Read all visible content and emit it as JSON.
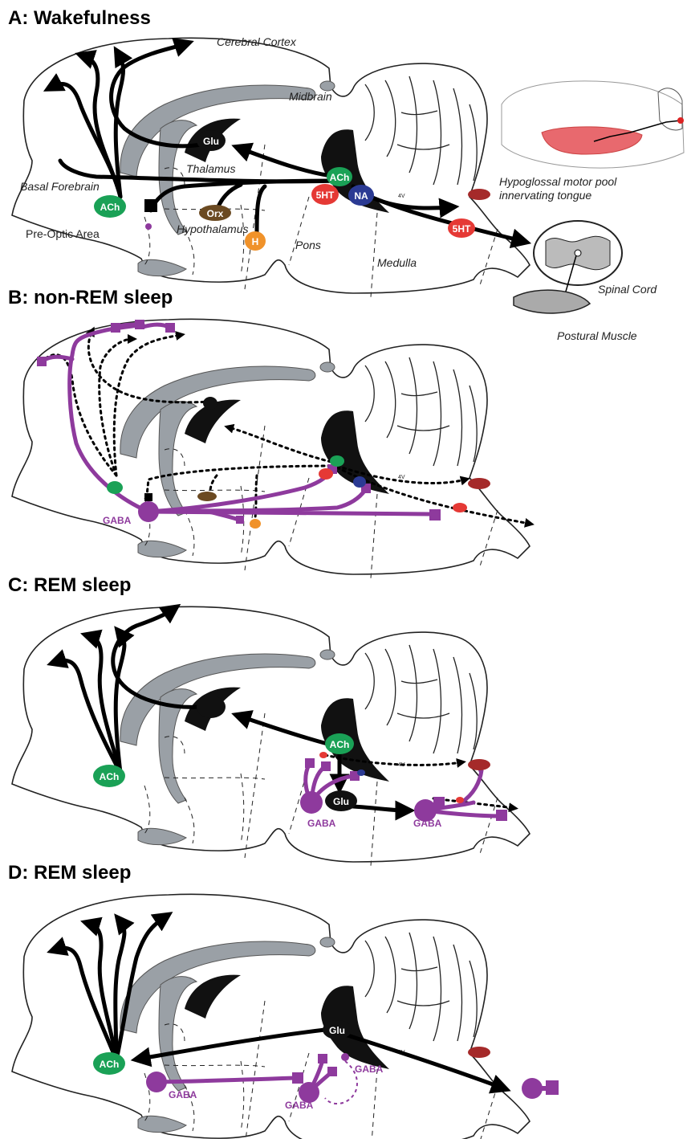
{
  "panels": [
    {
      "id": "A",
      "title": "A: Wakefulness"
    },
    {
      "id": "B",
      "title": "B: non-REM sleep"
    },
    {
      "id": "C",
      "title": "C: REM sleep"
    },
    {
      "id": "D",
      "title": "D: REM sleep"
    }
  ],
  "regions": {
    "cortex": "Cerebral Cortex",
    "midbrain": "Midbrain",
    "thalamus": "Thalamus",
    "basal_forebrain": "Basal Forebrain",
    "preoptic": "Pre-Optic Area",
    "hypothalamus": "Hypothalamus",
    "pons": "Pons",
    "medulla": "Medulla",
    "fourth_ventricle": "4V",
    "hypoglossal_1": "Hypoglossal motor  pool",
    "hypoglossal_2": "innervating tongue",
    "spinal_cord": "Spinal Cord",
    "postural_muscle": "Postural Muscle"
  },
  "nodes": {
    "ach": "ACh",
    "glu": "Glu",
    "orx": "Orx",
    "h": "H",
    "sht": "5HT",
    "na": "NA",
    "gaba": "GABA"
  },
  "colors": {
    "ach": "#1aa156",
    "glu": "#111111",
    "orx": "#6b4a22",
    "h": "#f0922a",
    "sht": "#e53935",
    "na": "#2b3a93",
    "gaba": "#8e3a9d",
    "hypoglossal": "#a52a2a",
    "inset_highlight": "#e8696e"
  },
  "icons": [
    "arrow-head",
    "t-terminal",
    "neuron-cell-body"
  ]
}
